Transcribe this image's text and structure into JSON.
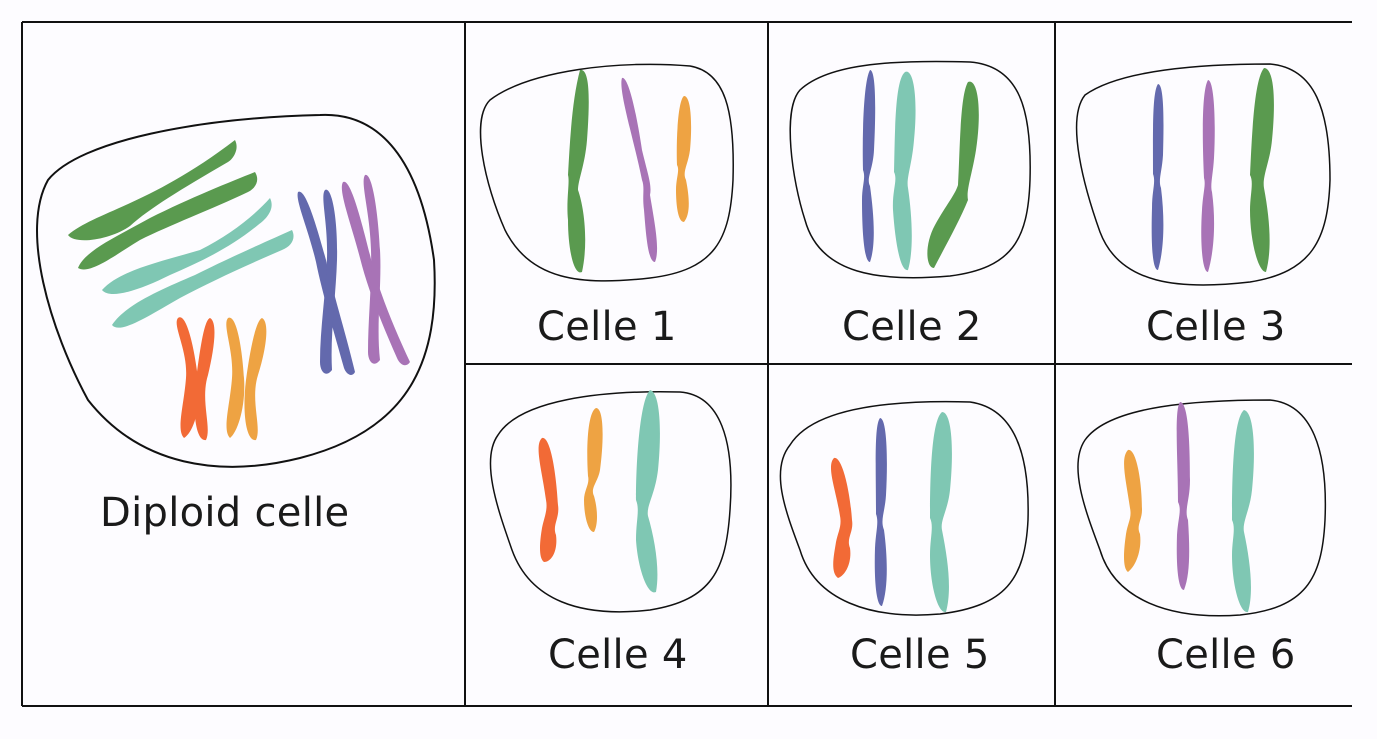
{
  "colors": {
    "green": "#5a9a4f",
    "teal": "#7fc7b3",
    "blue": "#6369ad",
    "purple": "#a873b6",
    "red": "#f26a36",
    "orange": "#eea343",
    "outline": "#111111",
    "background": "#fdfcff"
  },
  "diploid": {
    "label": "Diploid celle"
  },
  "cells": [
    {
      "label": "Celle 1",
      "chromosomes": [
        "green",
        "purple",
        "orange"
      ]
    },
    {
      "label": "Celle 2",
      "chromosomes": [
        "blue",
        "teal",
        "green"
      ]
    },
    {
      "label": "Celle 3",
      "chromosomes": [
        "blue",
        "purple",
        "green"
      ]
    },
    {
      "label": "Celle 4",
      "chromosomes": [
        "red",
        "orange",
        "teal"
      ]
    },
    {
      "label": "Celle 5",
      "chromosomes": [
        "red",
        "blue",
        "teal"
      ]
    },
    {
      "label": "Celle 6",
      "chromosomes": [
        "orange",
        "purple",
        "teal"
      ]
    }
  ]
}
